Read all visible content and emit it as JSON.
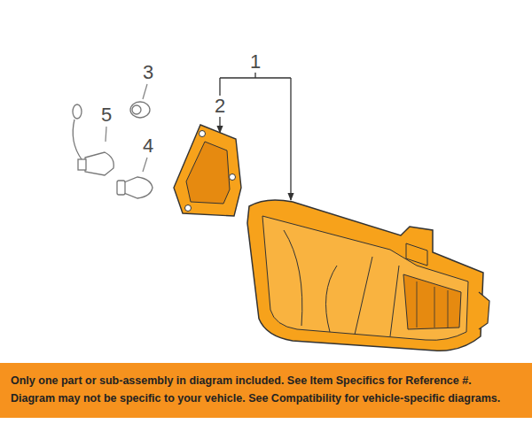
{
  "diagram": {
    "nodes": [
      {
        "text": [
          "Only one part or sub-assembly in diagram included. See Item Specifics for Reference #.",
          "Diagram may not be specific to your vehicle. See Compatibility for vehicle-specific diagrams."
        ]
      }
    ],
    "labels": [
      "1",
      "2",
      "3",
      "4",
      "5"
    ]
  }
}
